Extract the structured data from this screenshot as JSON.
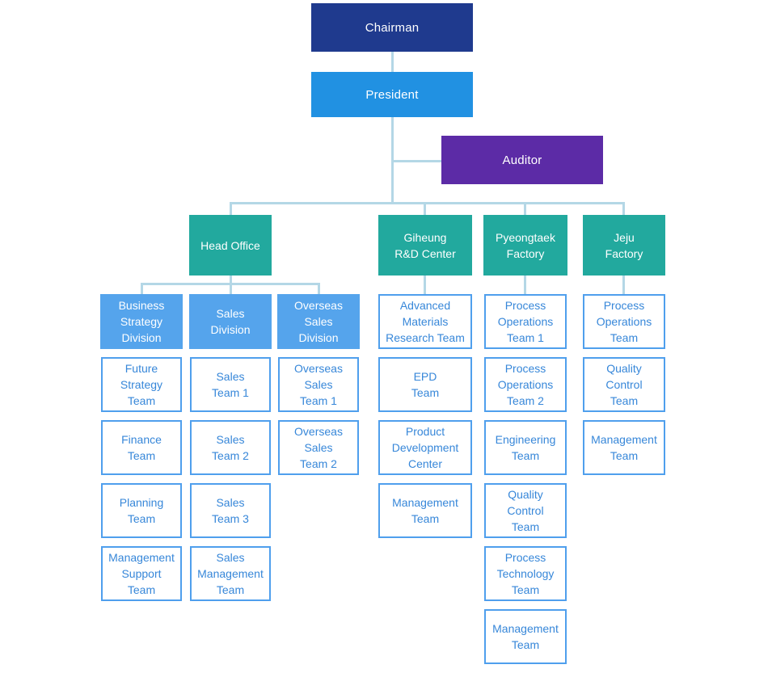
{
  "palette": {
    "chairman_bg": "#1f3a8e",
    "president_bg": "#2191e2",
    "auditor_bg": "#5c2ba6",
    "branch_bg": "#22a99e",
    "division_bg": "#55a4ec",
    "team_border": "#4f9fed",
    "team_text": "#3787d9",
    "connector": "#b4d7e6",
    "box_text": "#ffffff"
  },
  "executives": {
    "chairman": "Chairman",
    "president": "President",
    "auditor": "Auditor"
  },
  "branches": [
    {
      "label": "Head Office",
      "divisions": [
        {
          "label": "Business\nStrategy\nDivision",
          "teams": [
            "Future\nStrategy\nTeam",
            "Finance\nTeam",
            "Planning\nTeam",
            "Management\nSupport\nTeam"
          ]
        },
        {
          "label": "Sales\nDivision",
          "teams": [
            "Sales\nTeam 1",
            "Sales\nTeam 2",
            "Sales\nTeam 3",
            "Sales\nManagement\nTeam"
          ]
        },
        {
          "label": "Overseas\nSales\nDivision",
          "teams": [
            "Overseas\nSales\nTeam 1",
            "Overseas\nSales\nTeam 2"
          ]
        }
      ]
    },
    {
      "label": "Giheung\nR&D Center",
      "teams": [
        "Advanced\nMaterials\nResearch Team",
        "EPD\nTeam",
        "Product\nDevelopment\nCenter",
        "Management\nTeam"
      ]
    },
    {
      "label": "Pyeongtaek\nFactory",
      "teams": [
        "Process\nOperations\nTeam 1",
        "Process\nOperations\nTeam 2",
        "Engineering\nTeam",
        "Quality\nControl\nTeam",
        "Process\nTechnology\nTeam",
        "Management\nTeam"
      ]
    },
    {
      "label": "Jeju\nFactory",
      "teams": [
        "Process\nOperations\nTeam",
        "Quality\nControl\nTeam",
        "Management\nTeam"
      ]
    }
  ]
}
